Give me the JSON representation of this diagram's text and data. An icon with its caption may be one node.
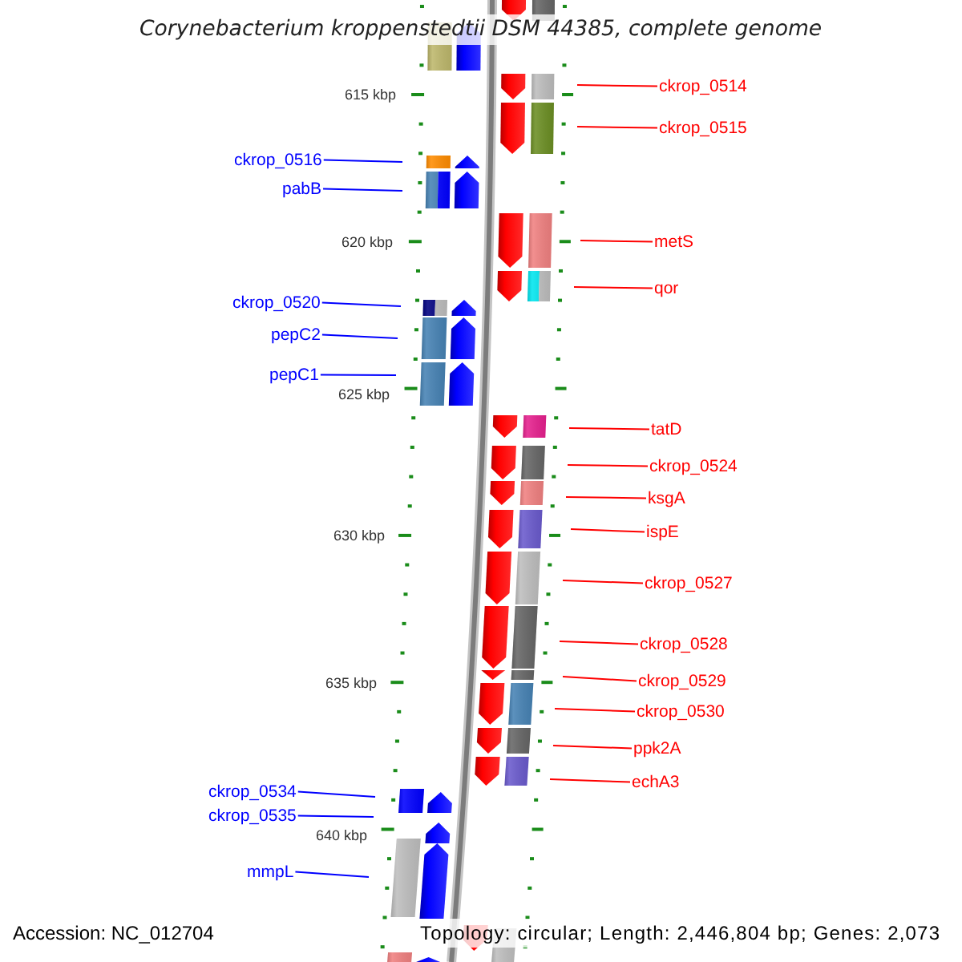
{
  "diagram": {
    "title": "Corynebacterium kroppenstedtii DSM 44385, complete genome",
    "nodes": [
      {
        "text": [
          "ckrop_0514"
        ]
      },
      {
        "text": [
          "ckrop_0515"
        ]
      },
      {
        "text": [
          "ckrop_0516"
        ]
      },
      {
        "text": [
          "pabB"
        ]
      },
      {
        "text": [
          "metS"
        ]
      },
      {
        "text": [
          "qor"
        ]
      },
      {
        "text": [
          "ckrop_0520"
        ]
      },
      {
        "text": [
          "pepC2"
        ]
      },
      {
        "text": [
          "pepC1"
        ]
      },
      {
        "text": [
          "tatD"
        ]
      },
      {
        "text": [
          "ckrop_0524"
        ]
      },
      {
        "text": [
          "ksgA"
        ]
      },
      {
        "text": [
          "ispE"
        ]
      },
      {
        "text": [
          "ckrop_0527"
        ]
      },
      {
        "text": [
          "ckrop_0528"
        ]
      },
      {
        "text": [
          "ckrop_0529"
        ]
      },
      {
        "text": [
          "ckrop_0530"
        ]
      },
      {
        "text": [
          "ppk2A"
        ]
      },
      {
        "text": [
          "echA3"
        ]
      },
      {
        "text": [
          "ckrop_0534"
        ]
      },
      {
        "text": [
          "ckrop_0535"
        ]
      },
      {
        "text": [
          "mmpL"
        ]
      }
    ],
    "edges": [
      {
        "from": 0,
        "to": null,
        "arrow": "none"
      },
      {
        "from": 1,
        "to": null,
        "arrow": "none"
      },
      {
        "from": 2,
        "to": null,
        "arrow": "none",
        "color": "#0000ff"
      },
      {
        "from": 3,
        "to": null,
        "arrow": "none",
        "color": "#0000ff"
      },
      {
        "from": 4,
        "to": null,
        "arrow": "none"
      },
      {
        "from": 5,
        "to": null,
        "arrow": "none"
      },
      {
        "from": 6,
        "to": null,
        "arrow": "none",
        "color": "#0000ff"
      },
      {
        "from": 7,
        "to": null,
        "arrow": "none",
        "color": "#0000ff"
      },
      {
        "from": 8,
        "to": null,
        "arrow": "none",
        "color": "#0000ff"
      },
      {
        "from": 9,
        "to": null,
        "arrow": "none"
      },
      {
        "from": 10,
        "to": null,
        "arrow": "none"
      },
      {
        "from": 11,
        "to": null,
        "arrow": "none"
      },
      {
        "from": 12,
        "to": null,
        "arrow": "none"
      },
      {
        "from": 13,
        "to": null,
        "arrow": "none"
      },
      {
        "from": 14,
        "to": null,
        "arrow": "none"
      },
      {
        "from": 15,
        "to": null,
        "arrow": "none"
      },
      {
        "from": 16,
        "to": null,
        "arrow": "none"
      },
      {
        "from": 17,
        "to": null,
        "arrow": "none"
      },
      {
        "from": 18,
        "to": null,
        "arrow": "none"
      },
      {
        "from": 19,
        "to": null,
        "arrow": "none",
        "color": "#0000ff"
      },
      {
        "from": 20,
        "to": null,
        "arrow": "none",
        "color": "#0000ff"
      },
      {
        "from": 21,
        "to": null,
        "arrow": "none",
        "color": "#0000ff"
      }
    ],
    "labels": [
      "615 kbp",
      "620 kbp",
      "625 kbp",
      "630 kbp",
      "635 kbp",
      "640 kbp",
      "Accession: NC_012704",
      "Topology: circular; Length: 2,446,804 bp; Genes: 2,073"
    ]
  }
}
